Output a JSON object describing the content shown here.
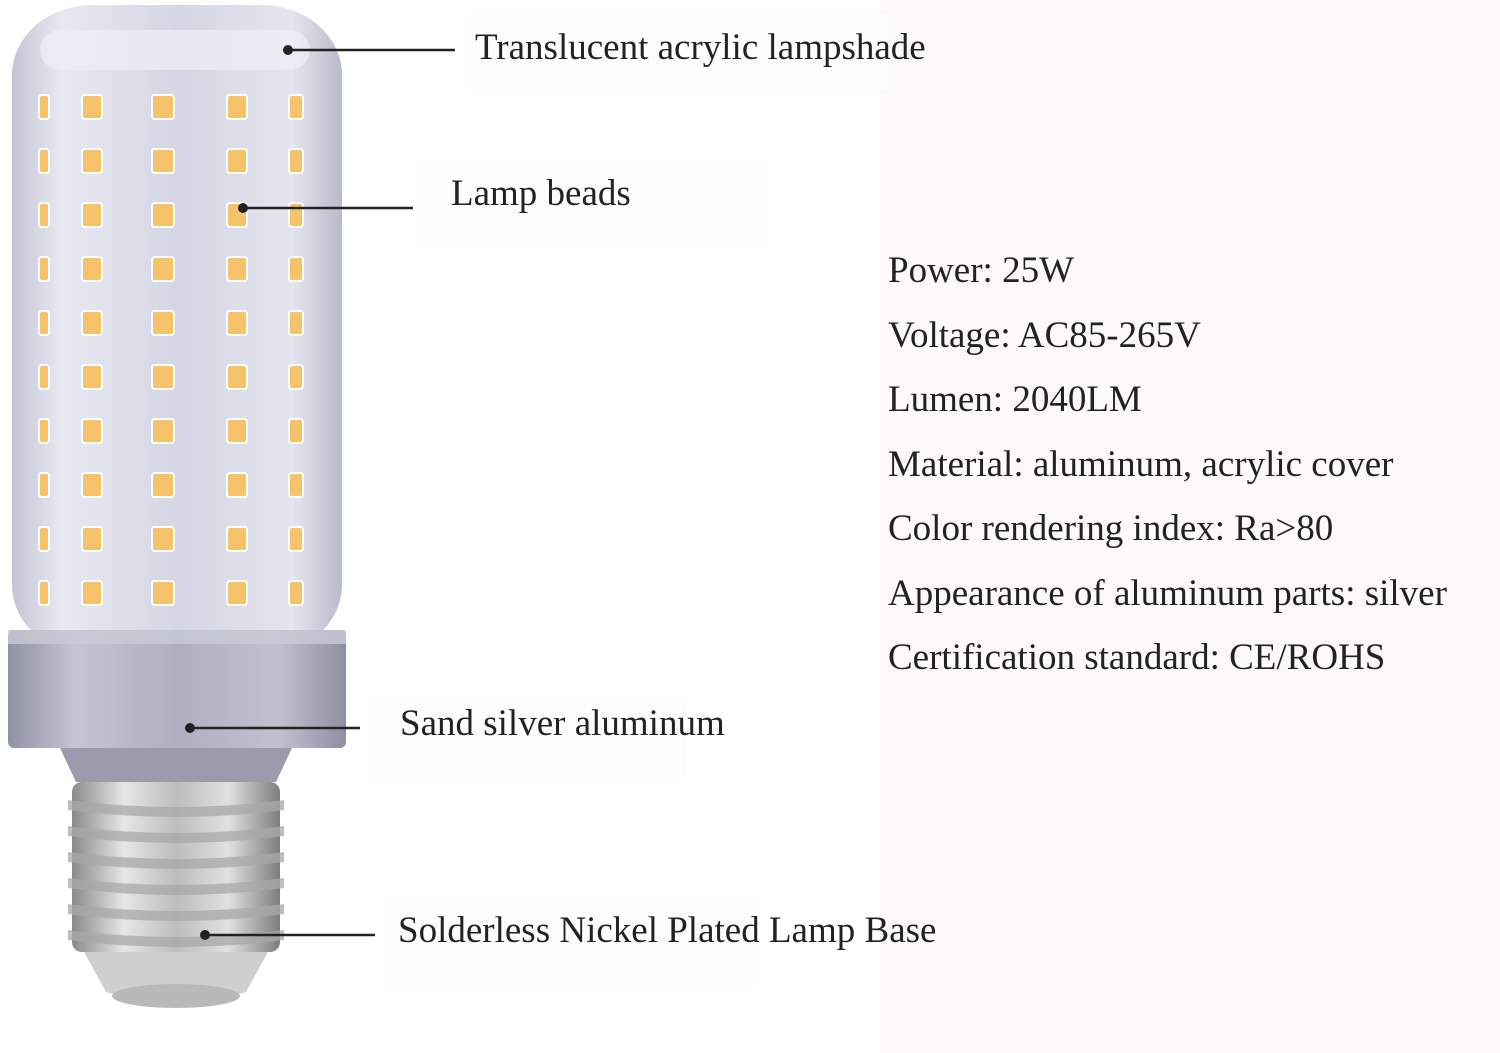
{
  "callouts": {
    "lampshade": "Translucent acrylic lampshade",
    "beads": "Lamp beads",
    "aluminum": "Sand silver aluminum",
    "base": "Solderless Nickel Plated Lamp Base"
  },
  "specs": [
    {
      "label": "Power",
      "value": "25W",
      "text": "Power: 25W"
    },
    {
      "label": "Voltage",
      "value": "AC85-265V",
      "text": "Voltage: AC85-265V"
    },
    {
      "label": "Lumen",
      "value": "2040LM",
      "text": "Lumen: 2040LM"
    },
    {
      "label": "Material",
      "value": "aluminum, acrylic cover",
      "text": "Material: aluminum, acrylic cover"
    },
    {
      "label": "Color rendering index",
      "value": "Ra>80",
      "text": "Color rendering index: Ra>80"
    },
    {
      "label": "Appearance of aluminum parts",
      "value": "silver",
      "text": "Appearance of aluminum parts: silver"
    },
    {
      "label": "Certification standard",
      "value": "CE/ROHS",
      "text": "Certification standard: CE/ROHS"
    }
  ],
  "colors": {
    "led": "#f6c26a",
    "shade": "#d6d8e6",
    "aluminum": "#a9abbd",
    "base_metal": "#c9c9c9"
  },
  "icons": [
    "led-corn-bulb-illustration"
  ]
}
